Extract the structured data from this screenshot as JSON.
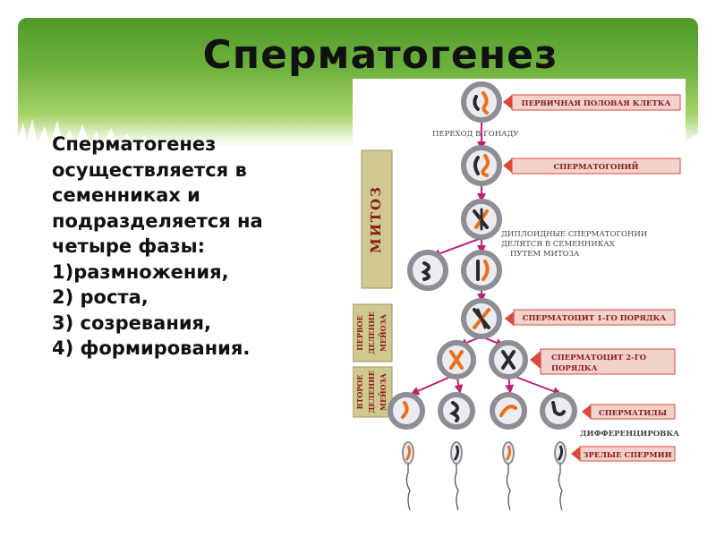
{
  "slide": {
    "title": "Сперматогенез",
    "text_lines": [
      "Сперматогенез",
      "осуществляется в",
      "семенниках и",
      "подразделяется на",
      "четыре фазы:",
      "1)размножения,",
      "2) роста,",
      "3) созревания,",
      "4) формирования."
    ]
  },
  "diagram": {
    "phase_labels": {
      "mitosis": "МИТОЗ",
      "meiosis1": [
        "ПЕРВОЕ",
        "ДЕЛЕНИЕ",
        "МЕЙОЗА"
      ],
      "meiosis2": [
        "ВТОРОЕ",
        "ДЕЛЕНИЕ",
        "МЕЙОЗА"
      ]
    },
    "tag_labels": {
      "primary_cell": "ПЕРВИЧНАЯ ПОЛОВАЯ КЛЕТКА",
      "spermatogonium": "СПЕРМАТОГОНИЙ",
      "spermatocyte1": "СПЕРМАТОЦИТ 1-ГО ПОРЯДКА",
      "spermatocyte2": [
        "СПЕРМАТОЦИТ 2-ГО",
        "ПОРЯДКА"
      ],
      "spermatids": "СПЕРМАТИДЫ",
      "mature_sperm": "ЗРЕЛЫЕ СПЕРМИИ"
    },
    "notes": {
      "transition": "ПЕРЕХОД В ГОНАДУ",
      "diploid": [
        "ДИПЛОИДНЫЕ СПЕРМАТОГОНИИ",
        "ДЕЛЯТСЯ В СЕМЕННИКАХ",
        "ПУТЕМ МИТОЗА"
      ],
      "differentiation": "ДИФФЕРЕНЦИРОВКА"
    },
    "colors": {
      "cell_ring": "#8d8d96",
      "cell_fill": "#ecebf0",
      "arrow": "#c01f73",
      "tag_fill": "#f2d2cc",
      "tag_arrow": "#d94a3c",
      "tag_text": "#8b1a1a",
      "phase_fill": "#cfc88f",
      "phase_text": "#8b1a1a",
      "chrom_orange": "#e8701a",
      "chrom_dark": "#2a2a2a"
    }
  }
}
